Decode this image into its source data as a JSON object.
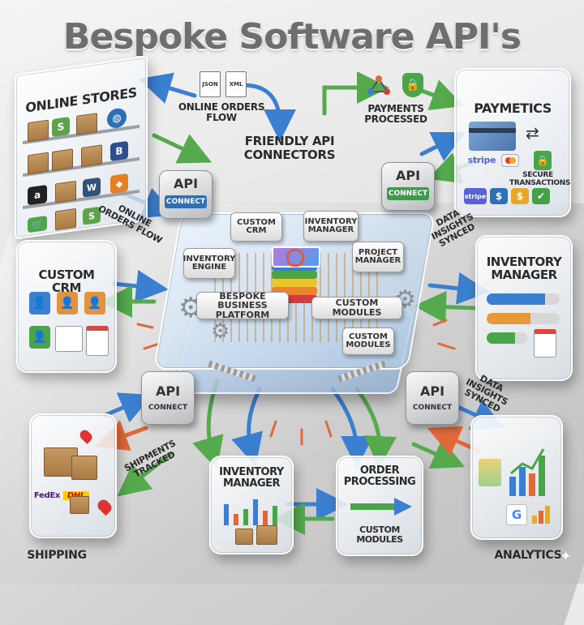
{
  "title": "Bespoke Software API's",
  "labels": {
    "online_orders_flow_top": "Online Orders Flow",
    "friendly_api_connectors": "Friendly API Connectors",
    "payments_processed": "Payments Processed",
    "online_orders_flow_left": "Online Orders Flow",
    "data_insights_synced_top": "Data Insights Synced",
    "data_insights_synced_bottom": "Data Insights Synced",
    "shipments_tracked": "Shipments Tracked",
    "shipping": "Shipping",
    "analytics": "Analytics"
  },
  "file_icons": {
    "json": "JSON",
    "xml": "XML"
  },
  "panels": {
    "online_stores": "Online Stores",
    "paymetics": "Paymetics",
    "custom_crm": "Custom CRM",
    "inventory_manager": "Inventory Manager",
    "inventory_manager_bottom": "Inventory Manager",
    "order_processing": "Order Processing",
    "custom_modules_bottom": "Custom Modules"
  },
  "paymetics": {
    "secure_transactions": "Secure Transactions",
    "stripe": "stripe",
    "stripe_small": "stripe"
  },
  "connectors": {
    "tl": {
      "line1": "API",
      "line2": "CONNECT"
    },
    "tr": {
      "line1": "API",
      "line2": "CONNECT"
    },
    "bl": {
      "line1": "API",
      "line2": "CONNECT"
    },
    "br": {
      "line1": "API",
      "line2": "CONNECT"
    }
  },
  "platform": {
    "custom_crm": "Custom CRM",
    "inventory_manager": "Inventory Manager",
    "inventory_engine": "Inventory Engine",
    "project_manager": "Project Manager",
    "bespoke_business_platform": "Bespoke Business Platform",
    "custom_modules": "Custom Modules",
    "custom_modules_2": "Custom Modules"
  },
  "shipping_brands": {
    "fedex": "FedEx",
    "dhl": "DHL"
  },
  "colors": {
    "blue_arrow": "#3b7fd0",
    "green_arrow": "#55aa4e",
    "orange_arrow": "#e0693a"
  }
}
